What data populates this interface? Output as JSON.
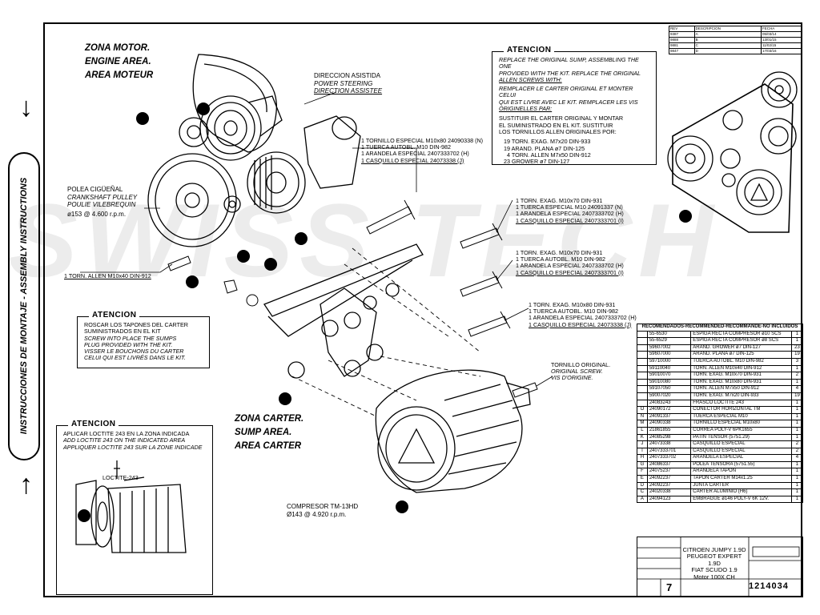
{
  "side_label": "INSTRUCCIONES DE MONTAJE - ASSEMBLY INSTRUCTIONS",
  "zones": {
    "engine": [
      "ZONA MOTOR.",
      "ENGINE AREA.",
      "AREA MOTEUR"
    ],
    "sump": [
      "ZONA CARTER.",
      "SUMP AREA.",
      "AREA CARTER"
    ]
  },
  "labels": {
    "power_steering": [
      "DIRECCION ASISTIDA",
      "POWER STEERING",
      "DIRECTION ASSISTEE"
    ],
    "crankshaft": [
      "POLEA CIGÜEÑAL",
      "CRANKSHAFT PULLEY",
      "POULIE VILEBREQUIN",
      "ø153  @ 4.600 r.p.m."
    ],
    "compressor": [
      "COMPRESOR TM-13HD",
      "Ø143 @ 4.920 r.p.m."
    ],
    "allen_screw": "1 TORN. ALLEN M10x40 DIN-912",
    "original_screw": [
      "TORNILLO ORIGINAL.",
      "ORIGINAL SCREW.",
      "VIS D'ORIGINE."
    ],
    "loctite": "LOCTITE-243",
    "group1": [
      "1 TORNILLO ESPECIAL M10x80 24090338 (N)",
      "1 TUERCA AUTOBL. M10 DIN-982",
      "1 ARANDELA ESPECIAL 2407333702 (H)",
      "1 CASQUILLO ESPECIAL 24073338 (J)"
    ],
    "group2": [
      "1 TORN. EXAG. M10x70 DIN-931",
      "1 TUERCA ESPECIAL M10 24091337 (N)",
      "1 ARANDELA ESPECIAL 2407333702 (H)",
      "1 CASQUILLO ESPECIAL 2407333701 (I)"
    ],
    "group3": [
      "1 TORN. EXAG. M10x70 DIN-931",
      "1 TUERCA AUTOBL. M10 DIN-982",
      "1 ARANDELA ESPECIAL 2407333702 (H)",
      "1 CASQUILLO ESPECIAL 2407333701 (I)"
    ],
    "group4": [
      "1 TORN. EXAG. M10x80 DIN-931",
      "1 TUERCA AUTOBL. M10 DIN-982",
      "1 ARANDELA ESPECIAL 2407333702 (H)",
      "1 CASQUILLO ESPECIAL 24073338 (J)"
    ]
  },
  "notes": {
    "sump": {
      "title": "ATENCION",
      "lines": [
        "REPLACE THE ORIGINAL SUMP, ASSEMBLING THE ONE",
        "PROVIDED WITH THE KIT. REPLACE THE ORIGINAL",
        "ALLEN SCREWS WITH:",
        "REMPLACER LE CARTER ORIGINAL ET MONTER CELUI",
        "QUI EST LIVRE AVEC LE KIT. REMPLACER LES VIS",
        "ORIGINELLES PAR:",
        "SUSTITUIR EL CARTER ORIGINAL Y MONTAR",
        "EL SUMINISTRADO EN EL KIT. SUSTITUIR",
        "LOS TORNILLOS ALLEN ORIGINALES POR:",
        "19 TORN. EXAG. M7x20 DIN-933",
        "19 ARAND. PLANA ø7 DIN-125",
        "4 TORN. ALLEN M7x50 DIN-912",
        "23 GROWER ø7 DIN-127"
      ]
    },
    "plugs": {
      "title": "ATENCION",
      "lines": [
        "ROSCAR LOS TAPONES DEL CARTER",
        "SUMINISTRADOS EN EL KIT",
        "SCREW INTO PLACE THE SUMPS",
        "PLUG PROVIDED WITH THE KIT.",
        "VISSER LE BOUCHONS DU CARTER",
        "CELUI QUI EST LIVRÉS DANS LE KIT."
      ]
    },
    "loctite": {
      "title": "ATENCION",
      "lines": [
        "APLICAR LOCTITE 243 EN LA ZONA INDICADA",
        "ADD LOCTITE 243 ON THE INDICATED AREA",
        "APPLIQUER LOCTITE 243 SUR LA ZONE INDICADE"
      ]
    }
  },
  "parts_list": {
    "header": "RECOMENDADOS-RECOMMENDED-RECOMMANDÉ-NO INCLUIDOS",
    "recommended": [
      {
        "ref": "55-6530",
        "desc": "ESPIGA RECTA COMPRESOR ø10 SCS",
        "qty": "1"
      },
      {
        "ref": "55-6529",
        "desc": "ESPIGA RECTA COMPRESOR ø8 SCS",
        "qty": "1"
      }
    ],
    "items": [
      {
        "letter": "",
        "ref": "59607002",
        "desc": "ARAND. GROWER ø7 DIN-127",
        "qty": "23"
      },
      {
        "letter": "",
        "ref": "59607000",
        "desc": "ARAND. PLANA ø7 DIN-125",
        "qty": "19"
      },
      {
        "letter": "",
        "ref": "59710000",
        "desc": "TUERCA AUTOBL. M10 DIN-982",
        "qty": "3"
      },
      {
        "letter": "",
        "ref": "59110040",
        "desc": "TORN. ALLEN M10x40 DIN-912",
        "qty": "1"
      },
      {
        "letter": "",
        "ref": "59010070",
        "desc": "TORN. EXAG. M10x70 DIN-931",
        "qty": "2"
      },
      {
        "letter": "",
        "ref": "59010080",
        "desc": "TORN. EXAG. M10x80 DIN-931",
        "qty": "1"
      },
      {
        "letter": "",
        "ref": "59107050",
        "desc": "TORN. ALLEN M7x50 DIN-912",
        "qty": "4"
      },
      {
        "letter": "",
        "ref": "59007020",
        "desc": "TORN. EXAG. M7x20 DIN-933",
        "qty": "19"
      },
      {
        "letter": "",
        "ref": "24083243",
        "desc": "FRASCO LOCTITE 243",
        "qty": "1"
      },
      {
        "letter": "O",
        "ref": "24090172",
        "desc": "CONECTOR HORIZONTAL TM",
        "qty": "1"
      },
      {
        "letter": "N",
        "ref": "24091337",
        "desc": "TUERCA ESPECIAL M10",
        "qty": "1"
      },
      {
        "letter": "M",
        "ref": "24090338",
        "desc": "TORNILLO ESPECIAL M10x80",
        "qty": "1"
      },
      {
        "letter": "L",
        "ref": "21861855",
        "desc": "CORREA POLY-V 6PK1655",
        "qty": "1"
      },
      {
        "letter": "K",
        "ref": "24085298",
        "desc": "PATIN TENSOR (5751.29)",
        "qty": "1"
      },
      {
        "letter": "J",
        "ref": "24073338",
        "desc": "CASQUILLO ESPECIAL",
        "qty": "2"
      },
      {
        "letter": "I",
        "ref": "2407333701",
        "desc": "CASQUILLO ESPECIAL",
        "qty": "2"
      },
      {
        "letter": "H",
        "ref": "2407333702",
        "desc": "ARANDELA ESPECIAL",
        "qty": "4"
      },
      {
        "letter": "G",
        "ref": "24086337",
        "desc": "POLEA TENSORA (5751.55)",
        "qty": "1"
      },
      {
        "letter": "F",
        "ref": "24075237",
        "desc": "ARANDELA TAPON",
        "qty": "1"
      },
      {
        "letter": "E",
        "ref": "24092237",
        "desc": "TAPON CARTER M14x1.25",
        "qty": "1"
      },
      {
        "letter": "D",
        "ref": "24092237",
        "desc": "JUNTA CARTER",
        "qty": "1"
      },
      {
        "letter": "C",
        "ref": "24020338",
        "desc": "CARTER ALUMINIO (H6)",
        "qty": "1"
      },
      {
        "letter": "A",
        "ref": "24094123",
        "desc": "EMBRAGUE ø146 POLY-V 6K 12V.",
        "qty": "1"
      }
    ]
  },
  "title_block": {
    "vehicles": [
      "CITROEN JUMPY 1.9D",
      "PEUGEOT EXPERT 1.9D",
      "FIAT SCUDO 1.9",
      "Motor 100X CH"
    ],
    "sheet": "7",
    "drawing_number": "1214034"
  },
  "revisions": {
    "columns": [
      "REV",
      "DESCRIPCION",
      "FECHA"
    ],
    "rows": [
      [
        "9387",
        "A",
        "05/03/14"
      ],
      [
        "9888",
        "B",
        "13/01/15"
      ],
      [
        "9881",
        "C",
        "11/02/15"
      ],
      [
        "9847",
        "D",
        "17/03/16"
      ]
    ]
  },
  "watermark": "SWISS TECH"
}
